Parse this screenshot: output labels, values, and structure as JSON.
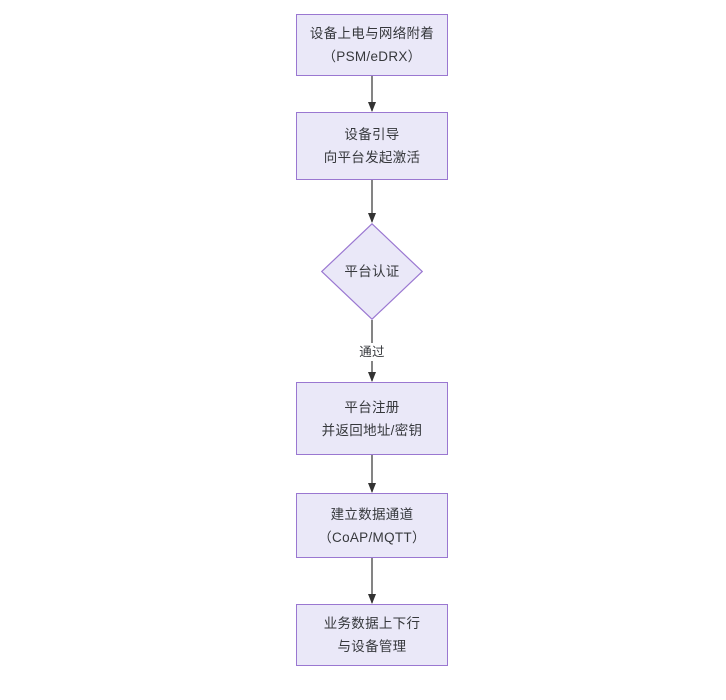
{
  "diagram": {
    "type": "flowchart",
    "orientation": "top-to-bottom",
    "title": "",
    "colors": {
      "node_fill": "#eae8f8",
      "node_border": "#9a77d1",
      "node_text": "#36383c",
      "edge_stroke": "#333333",
      "canvas_background": "#ffffff"
    },
    "nodes": [
      {
        "id": "n1",
        "shape": "rectangle",
        "text": "设备上电与网络附着\n（PSM/eDRX）",
        "line1": "设备上电与网络附着",
        "line2": "（PSM/eDRX）"
      },
      {
        "id": "n2",
        "shape": "rectangle",
        "text": "设备引导\n向平台发起激活",
        "line1": "设备引导",
        "line2": "向平台发起激活"
      },
      {
        "id": "n3",
        "shape": "diamond",
        "text": "平台认证",
        "line1": "平台认证",
        "line2": ""
      },
      {
        "id": "n4",
        "shape": "rectangle",
        "text": "平台注册\n并返回地址/密钥",
        "line1": "平台注册",
        "line2": "并返回地址/密钥"
      },
      {
        "id": "n5",
        "shape": "rectangle",
        "text": "建立数据通道\n（CoAP/MQTT）",
        "line1": "建立数据通道",
        "line2": "（CoAP/MQTT）"
      },
      {
        "id": "n6",
        "shape": "rectangle",
        "text": "业务数据上下行\n与设备管理",
        "line1": "业务数据上下行",
        "line2": "与设备管理"
      }
    ],
    "edges": [
      {
        "id": "e1",
        "from": "n1",
        "to": "n2",
        "label": ""
      },
      {
        "id": "e2",
        "from": "n2",
        "to": "n3",
        "label": ""
      },
      {
        "id": "e3",
        "from": "n3",
        "to": "n4",
        "label": "通过"
      },
      {
        "id": "e4",
        "from": "n4",
        "to": "n5",
        "label": ""
      },
      {
        "id": "e5",
        "from": "n5",
        "to": "n6",
        "label": ""
      }
    ]
  }
}
